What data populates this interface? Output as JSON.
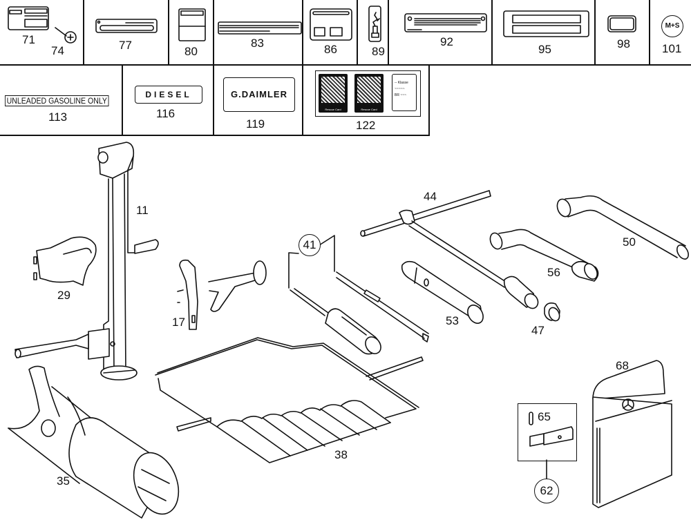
{
  "legend_top_row": [
    {
      "part": "71",
      "desc": "label-plate"
    },
    {
      "part": "74",
      "desc": "screw"
    },
    {
      "part": "77",
      "desc": "long-plate"
    },
    {
      "part": "80",
      "desc": "label"
    },
    {
      "part": "83",
      "desc": "strip-label"
    },
    {
      "part": "86",
      "desc": "label-two-windows"
    },
    {
      "part": "89",
      "desc": "decal-figure"
    },
    {
      "part": "92",
      "desc": "plate-with-star"
    },
    {
      "part": "95",
      "desc": "plate-two-fields"
    },
    {
      "part": "98",
      "desc": "small-plate"
    },
    {
      "part": "101",
      "desc": "ms-badge"
    }
  ],
  "legend_bottom_row": [
    {
      "part": "113",
      "label_text": "UNLEADED GASOLINE ONLY"
    },
    {
      "part": "116",
      "label_text": "DIESEL"
    },
    {
      "part": "119",
      "label_text": "G.DAIMLER"
    },
    {
      "part": "122",
      "qr_caption": "Rescue Card",
      "info_lines": [
        "-- Klasse",
        "~~~~~",
        "BR ~~~"
      ]
    }
  ],
  "ms_badge_text": "M+S",
  "callouts": {
    "c11": "11",
    "c17": "17",
    "c29": "29",
    "c35": "35",
    "c38": "38",
    "c41": "41",
    "c44": "44",
    "c47": "47",
    "c50": "50",
    "c53": "53",
    "c56": "56",
    "c62": "62",
    "c65": "65",
    "c68": "68"
  }
}
